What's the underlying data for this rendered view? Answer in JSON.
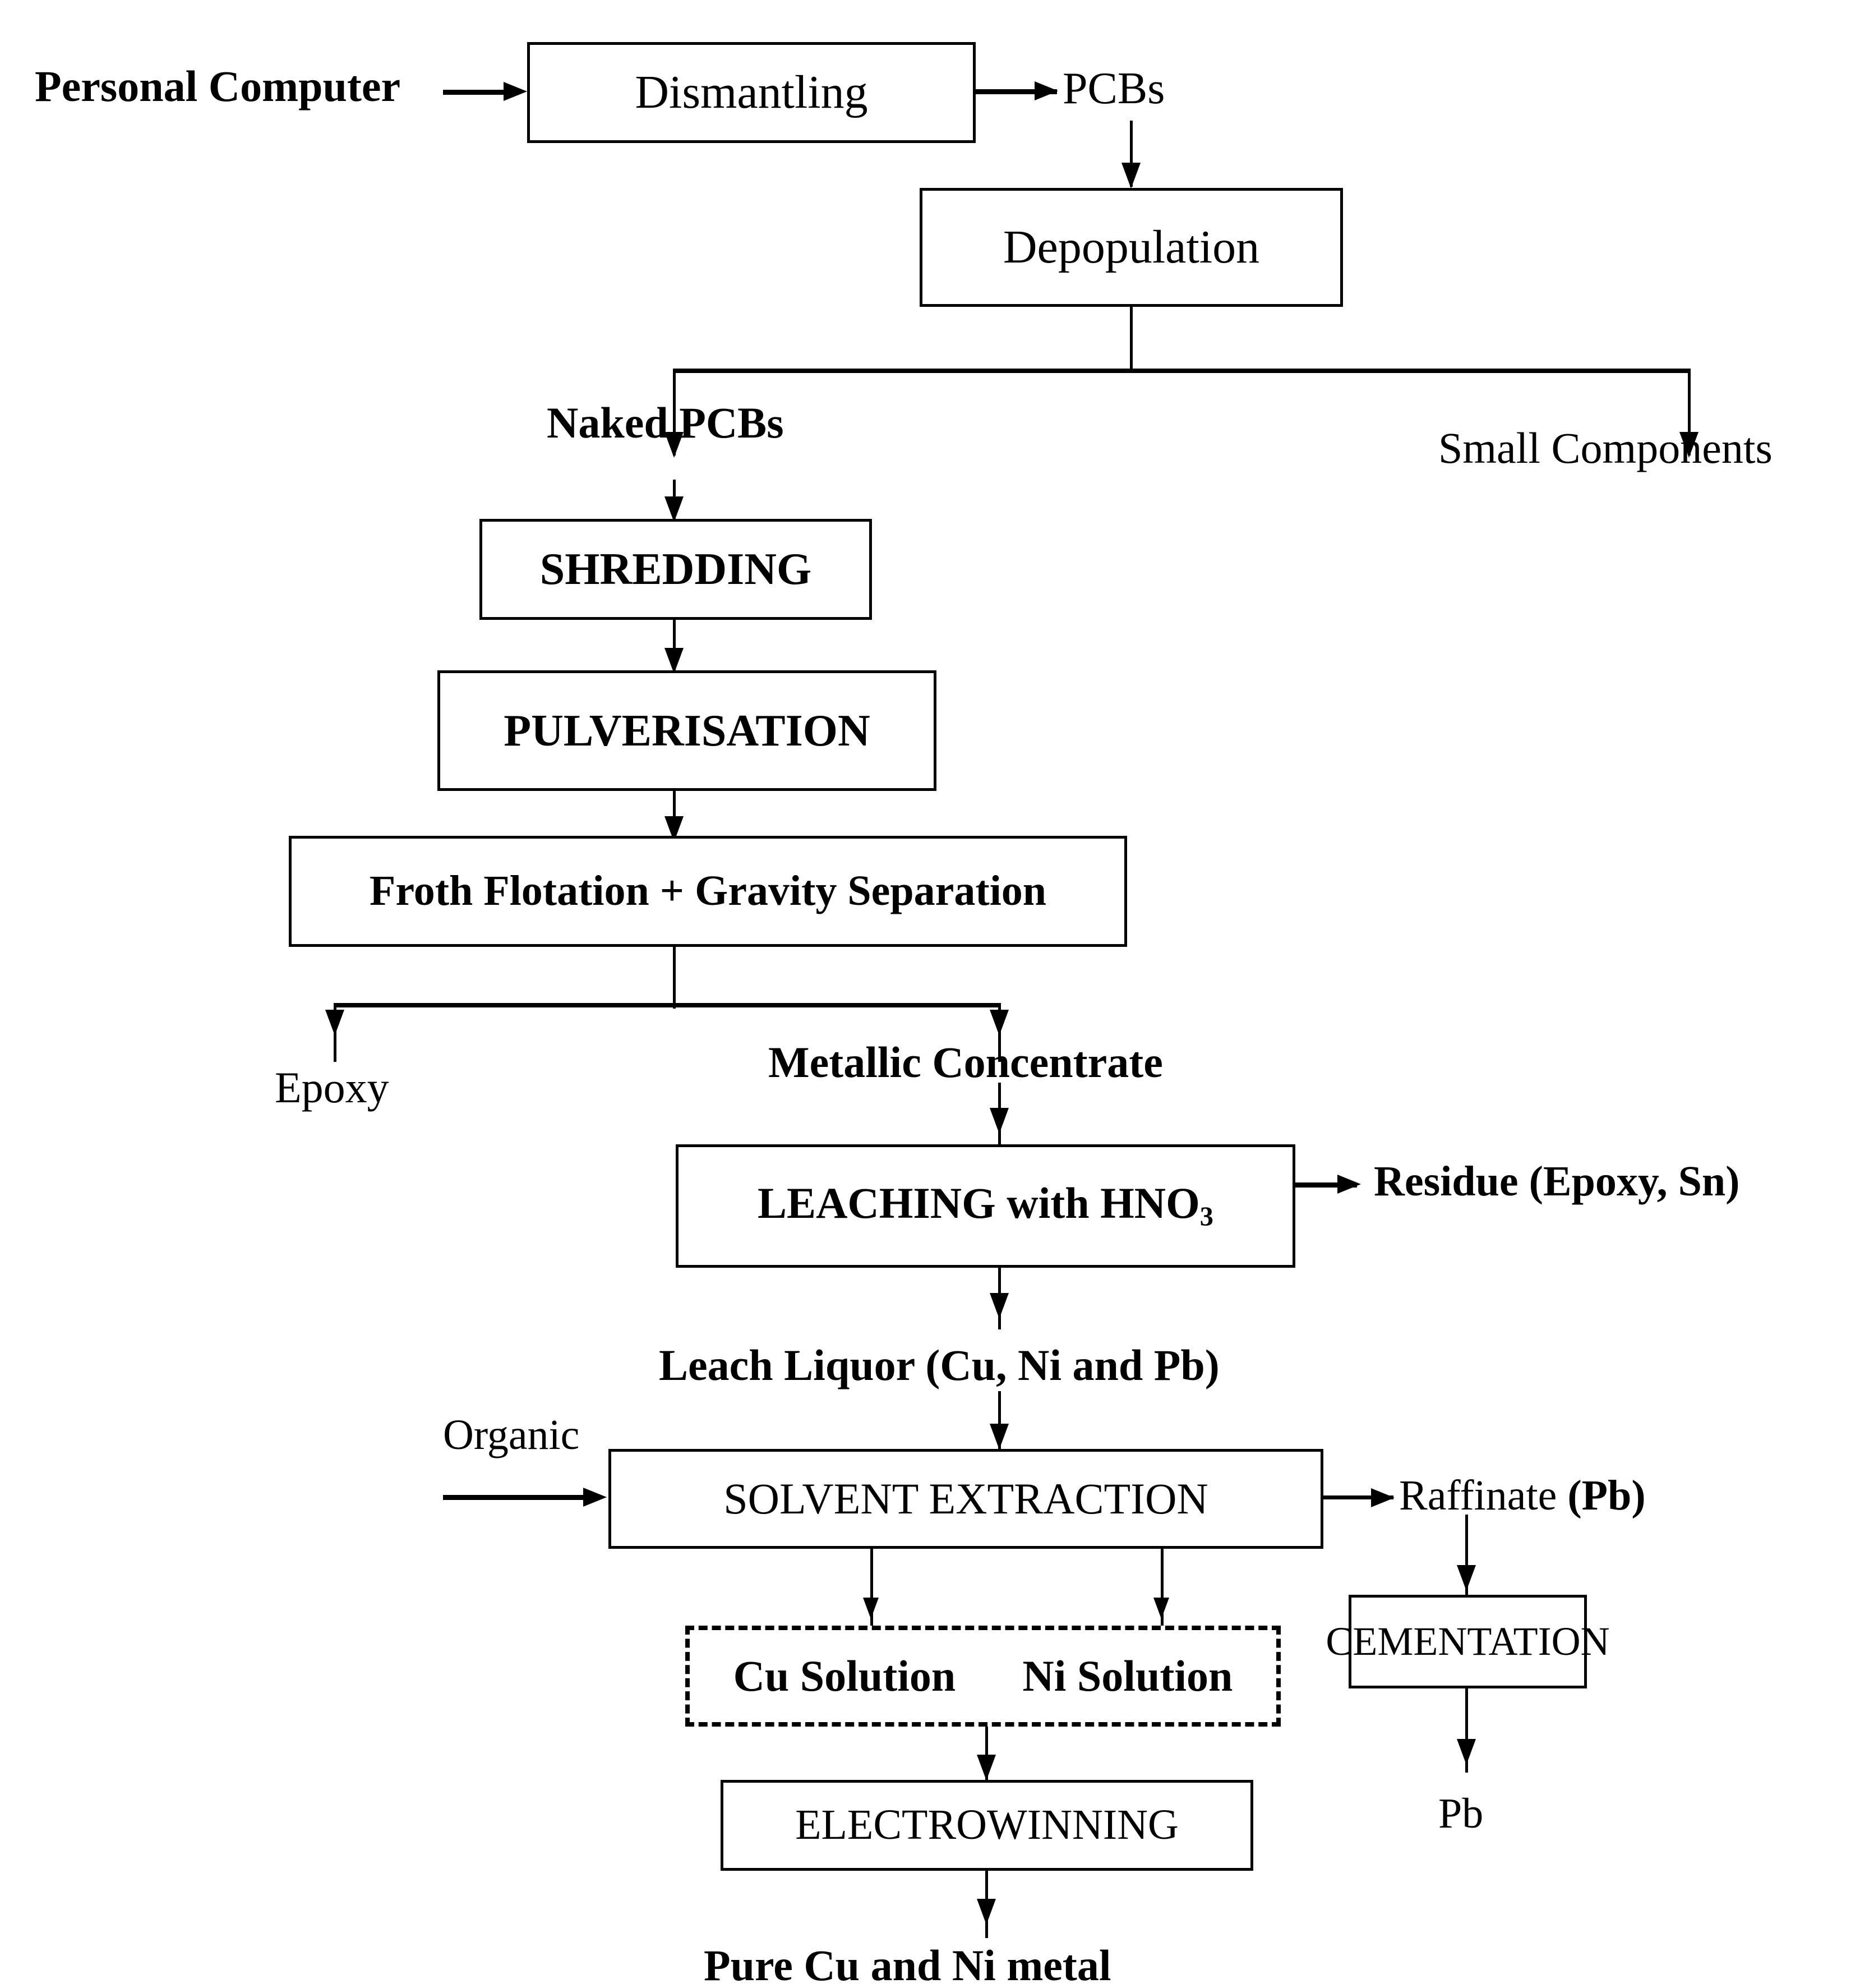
{
  "diagram": {
    "title": "PCB recycling / hydrometallurgical process flowsheet",
    "type": "process-flowchart",
    "boxes": [
      {
        "id": "dismantling",
        "label": "Dismantling"
      },
      {
        "id": "depopulation",
        "label": "Depopulation"
      },
      {
        "id": "shredding",
        "label": "SHREDDING"
      },
      {
        "id": "pulverisation",
        "label": "PULVERISATION"
      },
      {
        "id": "froth_flotation",
        "label": "Froth Flotation + Gravity Separation"
      },
      {
        "id": "leaching",
        "label": "LEACHING with HNO",
        "subscript": "3"
      },
      {
        "id": "solvent_extraction",
        "label": "SOLVENT EXTRACTION"
      },
      {
        "id": "cementation",
        "label": "CEMENTATION"
      },
      {
        "id": "electrowinning",
        "label": "ELECTROWINNING"
      }
    ],
    "dashed_group": {
      "items": [
        {
          "id": "cu_solution",
          "label": "Cu Solution"
        },
        {
          "id": "ni_solution",
          "label": "Ni Solution"
        }
      ]
    },
    "labels": [
      {
        "id": "personal_computer",
        "label": "Personal Computer"
      },
      {
        "id": "pcbs",
        "label": "PCBs"
      },
      {
        "id": "naked_pcbs",
        "label": "Naked PCBs"
      },
      {
        "id": "small_components",
        "label": "Small Components"
      },
      {
        "id": "epoxy",
        "label": "Epoxy"
      },
      {
        "id": "metallic_concentrate",
        "label": "Metallic Concentrate"
      },
      {
        "id": "residue",
        "label": "Residue (Epoxy, Sn)"
      },
      {
        "id": "leach_liquor",
        "label": "Leach Liquor (Cu, Ni and Pb)"
      },
      {
        "id": "organic",
        "label": "Organic"
      },
      {
        "id": "raffinate",
        "label": "Raffinate ",
        "label_bold": "(Pb)"
      },
      {
        "id": "pb",
        "label": "Pb"
      },
      {
        "id": "pure_metal",
        "label": "Pure  Cu  and  Ni  metal"
      }
    ],
    "colors": {
      "stroke": "#000000",
      "background": "#ffffff"
    }
  }
}
